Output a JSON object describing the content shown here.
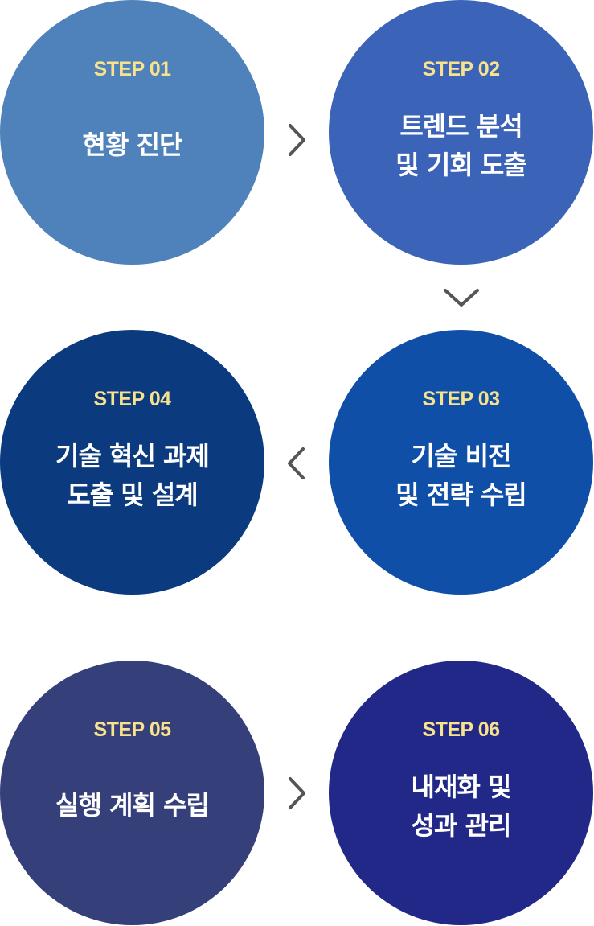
{
  "colors": {
    "step_label": "#f8e38c",
    "title_text": "#ffffff",
    "arrow": "#555555",
    "step_01": "#4f82ba",
    "step_02": "#3b63b8",
    "step_03": "#104fa8",
    "step_04": "#0b3a7e",
    "step_05": "#353f79",
    "step_06": "#212887"
  },
  "steps": [
    {
      "label": "STEP 01",
      "lines": [
        "현황 진단"
      ]
    },
    {
      "label": "STEP 02",
      "lines": [
        "트렌드 분석",
        "및 기회 도출"
      ]
    },
    {
      "label": "STEP 03",
      "lines": [
        "기술 비전",
        "및 전략 수립"
      ]
    },
    {
      "label": "STEP 04",
      "lines": [
        "기술 혁신 과제",
        "도출 및 설계"
      ]
    },
    {
      "label": "STEP 05",
      "lines": [
        "실행 계획 수립"
      ]
    },
    {
      "label": "STEP 06",
      "lines": [
        "내재화 및",
        "성과 관리"
      ]
    }
  ],
  "arrows": [
    {
      "icon": "chevron-right-icon"
    },
    {
      "icon": "chevron-down-icon"
    },
    {
      "icon": "chevron-left-icon"
    },
    {
      "icon": "chevron-right-icon"
    }
  ]
}
